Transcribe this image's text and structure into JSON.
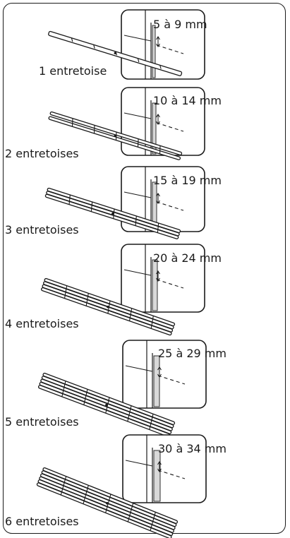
{
  "rows": [
    {
      "count": 1,
      "label": "1 entretoise",
      "range": "5 à 9 mm"
    },
    {
      "count": 2,
      "label": "2 entretoises",
      "range": "10 à 14 mm"
    },
    {
      "count": 3,
      "label": "3 entretoises",
      "range": "15 à 19 mm"
    },
    {
      "count": 4,
      "label": "4 entretoises",
      "range": "20 à 24 mm"
    },
    {
      "count": 5,
      "label": "5 entretoises",
      "range": "25 à 29 mm"
    },
    {
      "count": 6,
      "label": "6 entretoises",
      "range": "30 à 34 mm"
    }
  ],
  "colors": {
    "line": "#1a1a1a",
    "fill": "#ffffff",
    "shade": "#d9d9d9"
  }
}
